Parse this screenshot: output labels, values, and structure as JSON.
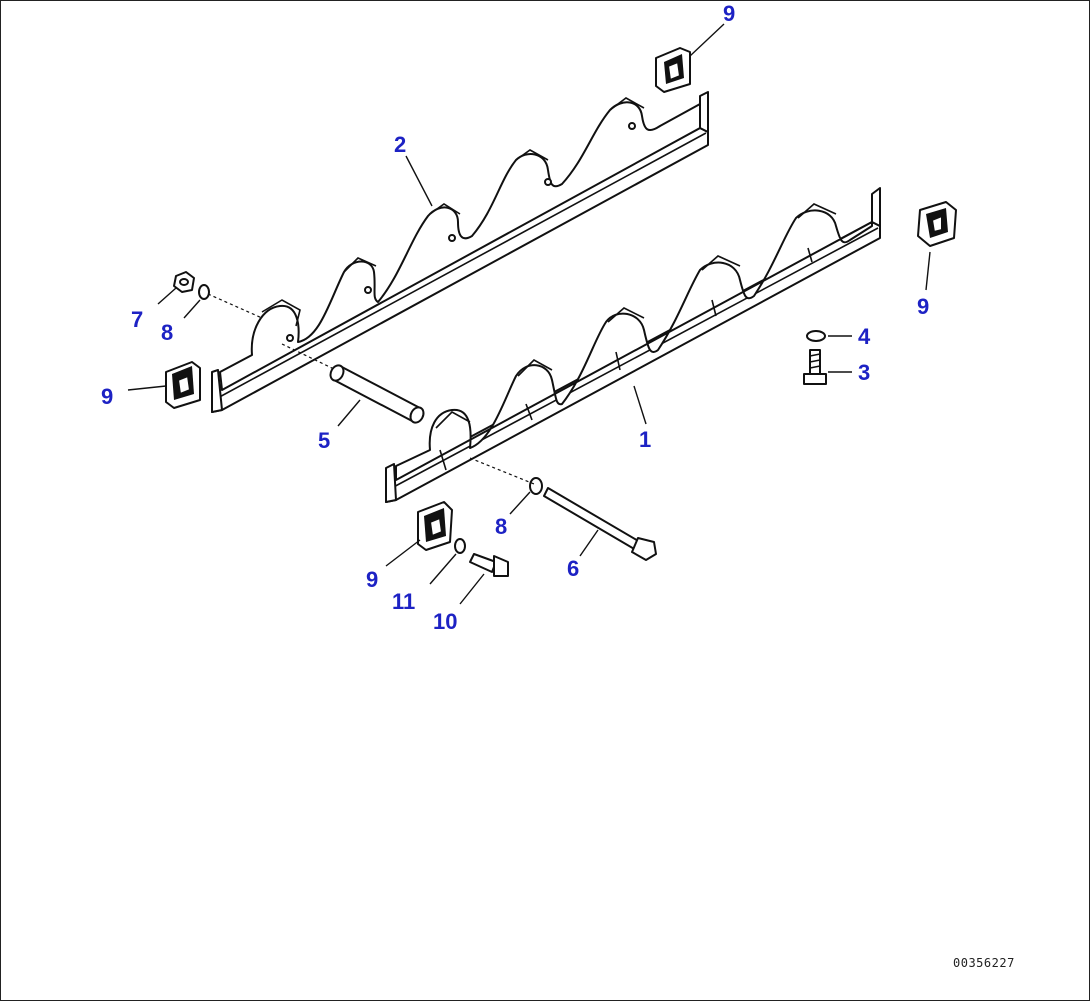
{
  "callouts": {
    "part_1": "1",
    "part_2": "2",
    "part_3": "3",
    "part_4": "4",
    "part_5": "5",
    "part_6": "6",
    "part_7": "7",
    "part_8_upper": "8",
    "part_8_lower": "8",
    "part_9_top": "9",
    "part_9_right": "9",
    "part_9_left": "9",
    "part_9_bottom": "9",
    "part_10": "10",
    "part_11": "11"
  },
  "drawing_id": "00356227",
  "colors": {
    "callout": "#1d22c4",
    "line": "#111111",
    "background": "#ffffff"
  }
}
